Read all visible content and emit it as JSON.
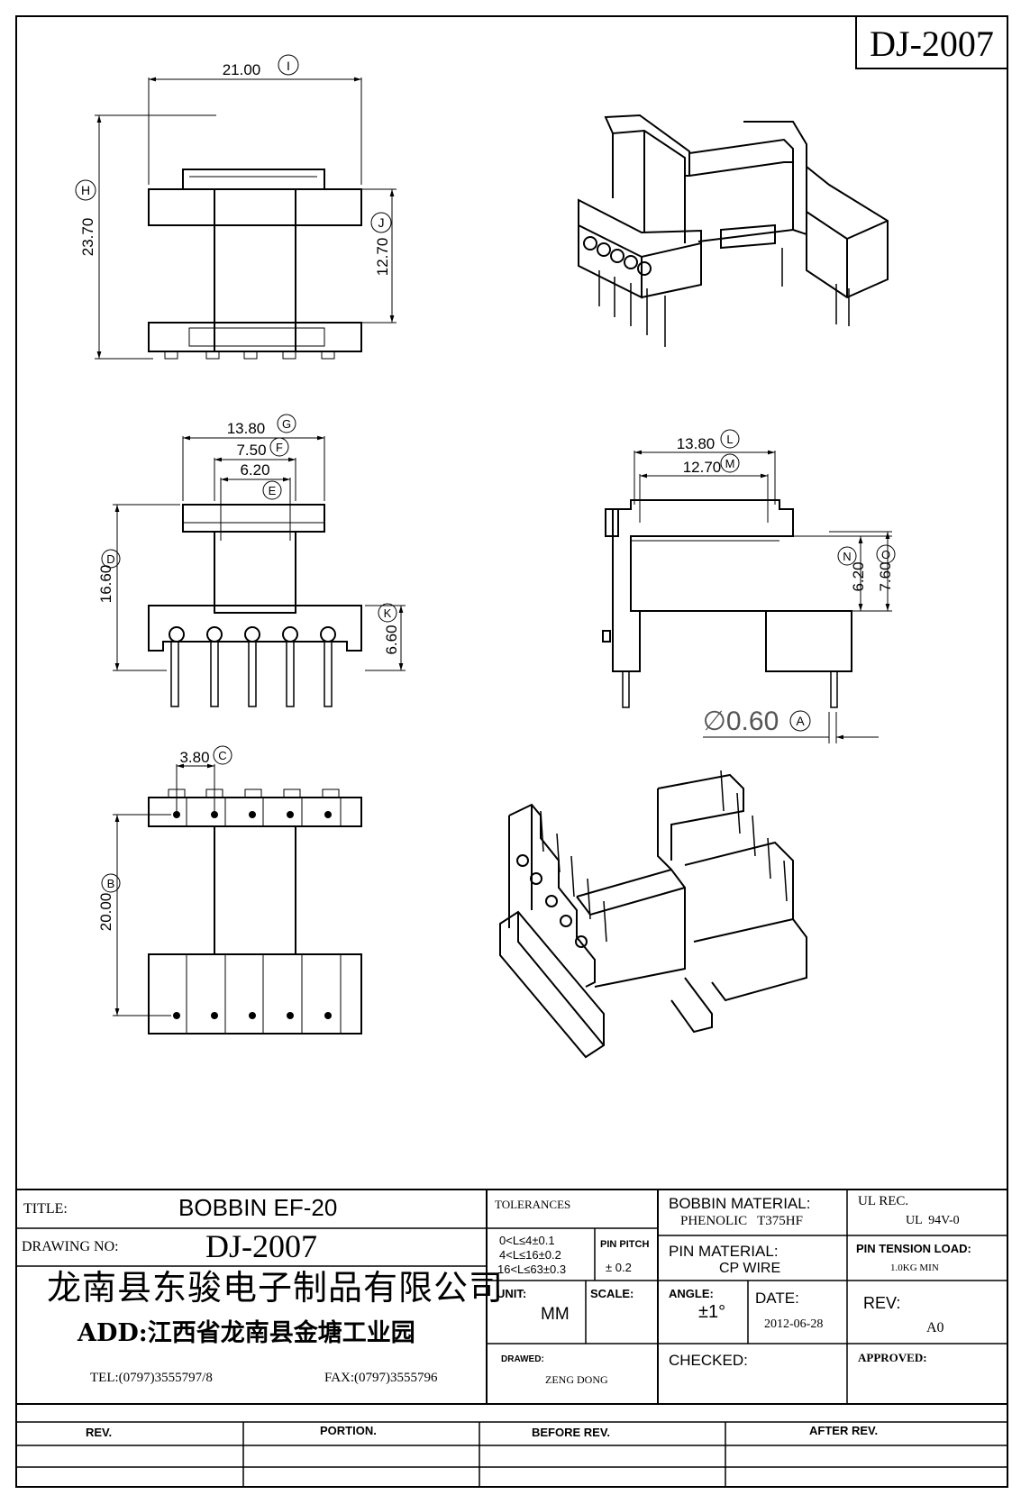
{
  "drawing_no_box": "DJ-2007",
  "dims": {
    "w21": "21.00",
    "h23": "23.70",
    "h12": "12.70",
    "w13a": "13.80",
    "w7": "7.50",
    "w6": "6.20",
    "h16": "16.60",
    "h6": "6.60",
    "w13b": "13.80",
    "w12": "12.70",
    "h6b": "6.20",
    "h7": "7.60",
    "pin_dia": "∅0.60",
    "pitch": "3.80",
    "h20": "20.00"
  },
  "callouts": {
    "I": "I",
    "H": "H",
    "J": "J",
    "G": "G",
    "F": "F",
    "E": "E",
    "D": "D",
    "K": "K",
    "L": "L",
    "M": "M",
    "N": "N",
    "O": "O",
    "A": "A",
    "C": "C",
    "B": "B"
  },
  "title_block": {
    "title_label": "TITLE:",
    "title_value": "BOBBIN EF-20",
    "drawing_no_label": "DRAWING NO:",
    "drawing_no_value": "DJ-2007",
    "company": "龙南县东骏电子制品有限公司",
    "address": "ADD:江西省龙南县金塘工业园",
    "tel": "TEL:(0797)3555797/8",
    "fax": "FAX:(0797)3555796",
    "tolerances_label": "TOLERANCES",
    "tol_1": "0<L≤4±0.1",
    "tol_2": "4<L≤16±0.2",
    "tol_3": "16<L≤63±0.3",
    "pin_pitch_label": "PIN PITCH",
    "pin_pitch_value": "± 0.2",
    "unit_label": "UNIT:",
    "unit_value": "MM",
    "scale_label": "SCALE:",
    "drawed_label": "DRAWED:",
    "drawed_value": "ZENG DONG",
    "bobbin_material_label": "BOBBIN MATERIAL:",
    "bobbin_material_value": "PHENOLIC   T375HF",
    "pin_material_label": "PIN MATERIAL:",
    "pin_material_value": "CP WIRE",
    "angle_label": "ANGLE:",
    "angle_value": "±1°",
    "date_label": "DATE:",
    "date_value": "2012-06-28",
    "checked_label": "CHECKED:",
    "ul_rec_label": "UL REC.",
    "ul_rec_value": "UL  94V-0",
    "pin_tension_label": "PIN TENSION LOAD:",
    "pin_tension_value": "1.0KG MIN",
    "rev_label": "REV:",
    "rev_value": "A0",
    "approved_label": "APPROVED:"
  },
  "revision_table": {
    "headers": [
      "REV.",
      "PORTION.",
      "BEFORE REV.",
      "AFTER REV."
    ]
  }
}
